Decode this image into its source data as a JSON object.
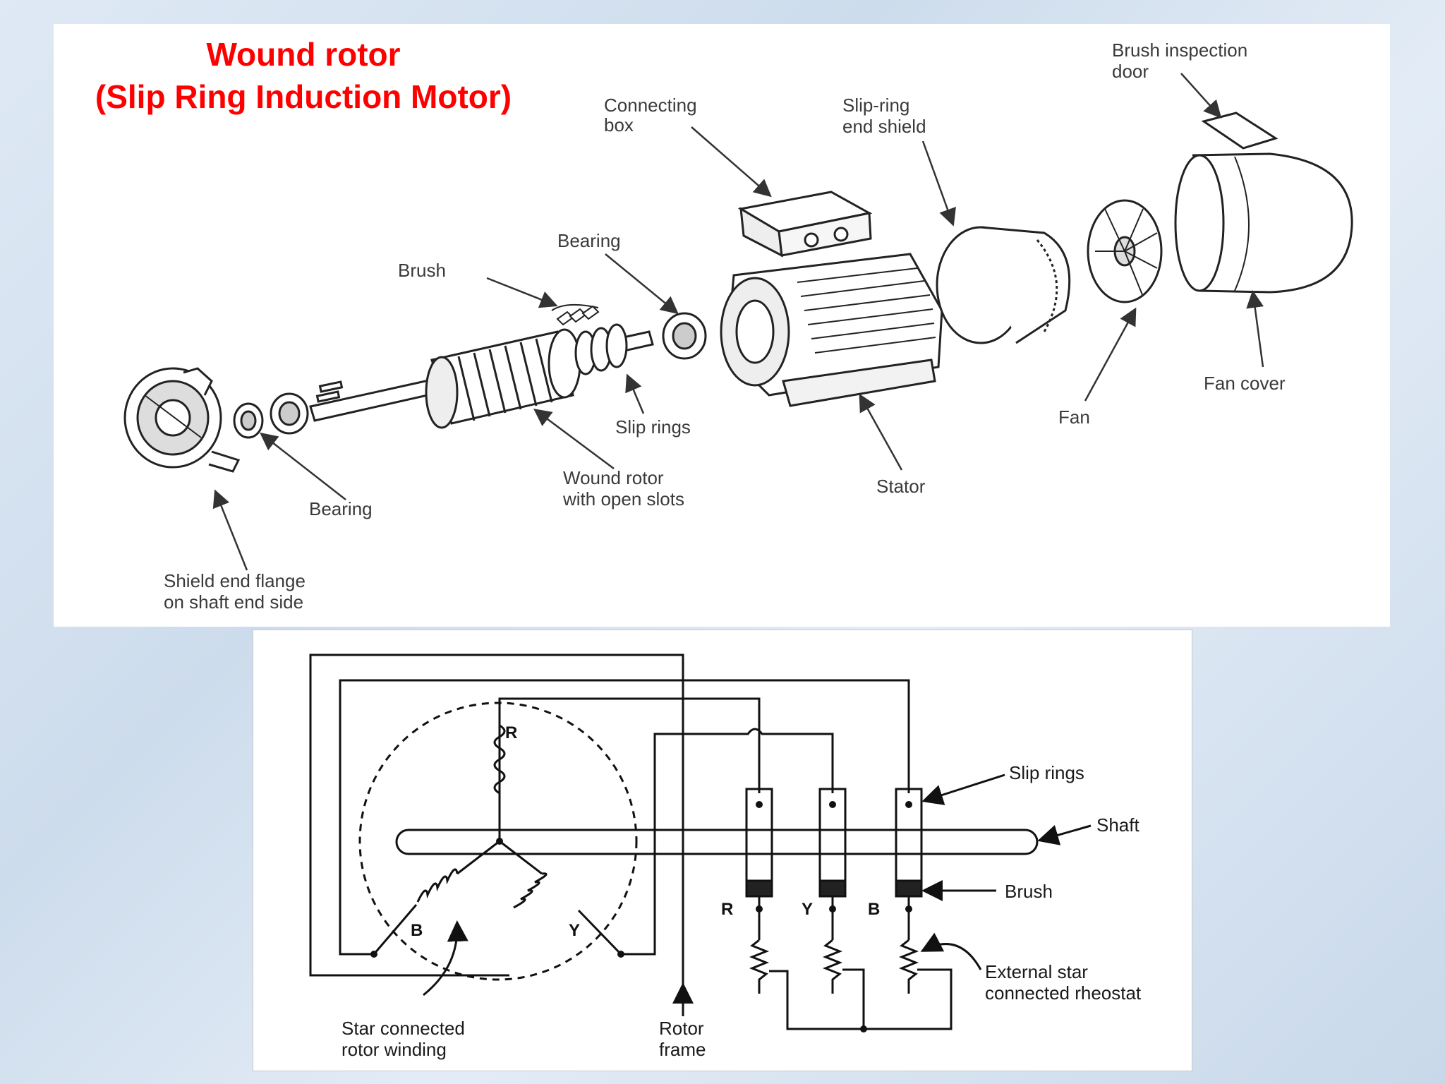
{
  "title": {
    "line1": "Wound rotor",
    "line2": "(Slip Ring Induction Motor)"
  },
  "exploded_view": {
    "labels": {
      "brush_inspection_door": [
        "Brush inspection",
        "door"
      ],
      "connecting_box": [
        "Connecting",
        "box"
      ],
      "slip_ring_end_shield": [
        "Slip-ring",
        "end shield"
      ],
      "bearing_upper": [
        "Bearing"
      ],
      "brush": [
        "Brush"
      ],
      "fan_cover": [
        "Fan cover"
      ],
      "fan": [
        "Fan"
      ],
      "slip_rings": [
        "Slip rings"
      ],
      "stator": [
        "Stator"
      ],
      "wound_rotor": [
        "Wound rotor",
        "with open slots"
      ],
      "bearing_lower": [
        "Bearing"
      ],
      "shield_end_flange": [
        "Shield end flange",
        "on shaft end side"
      ]
    }
  },
  "circuit": {
    "phase_letters": {
      "r": "R",
      "y": "Y",
      "b": "B"
    },
    "labels": {
      "slip_rings": "Slip rings",
      "shaft": "Shaft",
      "brush": "Brush",
      "rheostat": [
        "External star",
        "connected rheostat"
      ],
      "rotor_winding": [
        "Star connected",
        "rotor winding"
      ],
      "rotor_frame": [
        "Rotor",
        "frame"
      ]
    }
  },
  "colors": {
    "title": "#ff0000",
    "line": "#1a1a1a",
    "background": "#d6e3f1"
  }
}
